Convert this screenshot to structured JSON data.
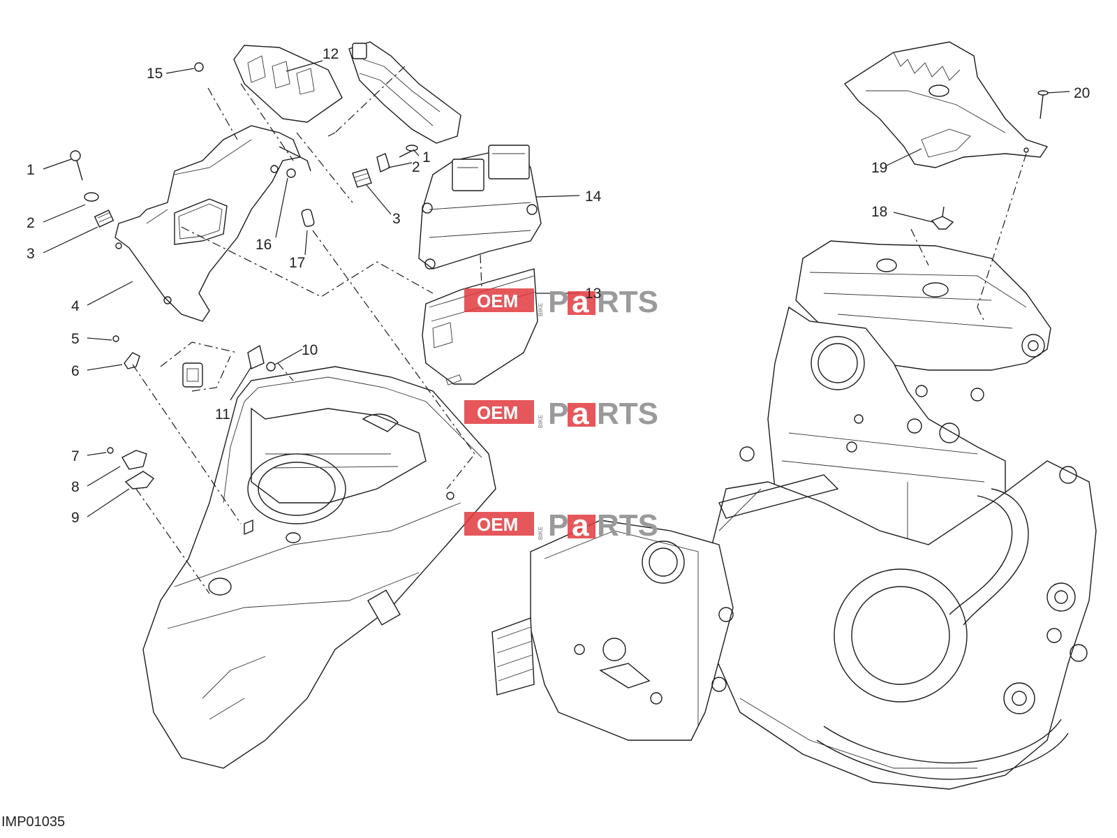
{
  "drawing_code": "IMP01035",
  "callouts": [
    "1",
    "2",
    "3",
    "4",
    "5",
    "6",
    "7",
    "8",
    "9",
    "10",
    "11",
    "12",
    "13",
    "14",
    "15",
    "16",
    "17",
    "1",
    "2",
    "3",
    "18",
    "19",
    "20"
  ],
  "watermark": {
    "oem": "OEM",
    "bike": "BIKE",
    "p": "P",
    "a": "a",
    "rts": "RTS",
    "accent": "#e0393e",
    "grey": "#9a9a9a"
  }
}
